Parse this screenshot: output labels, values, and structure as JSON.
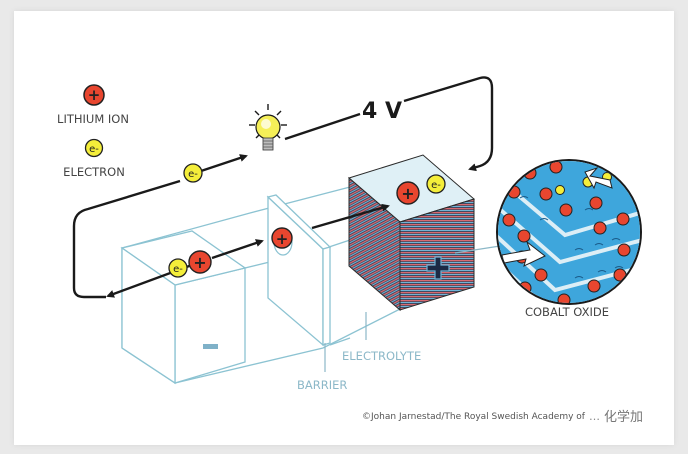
{
  "legend": {
    "lithium_ion_symbol": "+",
    "lithium_ion_label": "LITHIUM ION",
    "electron_symbol": "e-",
    "electron_label": "ELECTRON"
  },
  "circuit": {
    "voltage_label": "4 V",
    "electron_symbol": "e-"
  },
  "cell": {
    "anode_sign": "−",
    "cathode_sign": "+",
    "ion_symbol": "+",
    "electron_symbol": "e-"
  },
  "labels": {
    "electrolyte": "ELECTROLYTE",
    "barrier": "BARRIER",
    "cobalt_oxide": "COBALT OXIDE"
  },
  "credit": {
    "text": "©Johan Jarnestad/The Royal Swedish Academy of Sciences",
    "watermark": "化学加"
  },
  "colors": {
    "ion_red": "#e8462f",
    "electron_yellow": "#f4ee3a",
    "outline_blue": "#8cc3d2",
    "label_blue": "#8cb8c8",
    "cathode_top": "#dff0f6",
    "cobalt_blue": "#3ea6dc",
    "text_dark": "#444444"
  }
}
